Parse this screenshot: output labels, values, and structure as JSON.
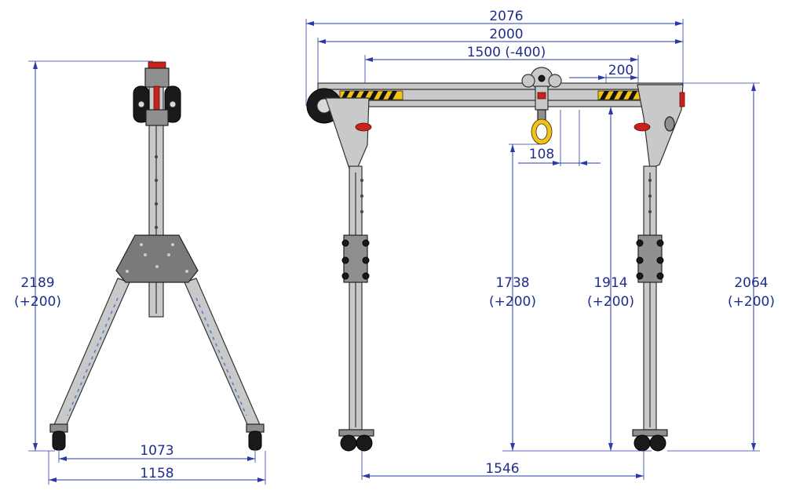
{
  "side_view": {
    "height_dim": "2189",
    "height_adj": "(+200)",
    "wheel_span": "1073",
    "base_width": "1158"
  },
  "front_view": {
    "overall_width": "2076",
    "beam_length": "2000",
    "trolley_travel": "1500 (-400)",
    "end_offset": "200",
    "hook_offset": "108",
    "hook_height": "1738",
    "hook_height_adj": "(+200)",
    "beam_height": "1914",
    "beam_height_adj": "(+200)",
    "overall_height": "2064",
    "overall_height_adj": "(+200)",
    "leg_span": "1546"
  },
  "colors": {
    "dimension": "#2a3aa8",
    "warning_yellow": "#f2c21a",
    "warning_red": "#c8221c",
    "steel": "#c9c9c9"
  }
}
